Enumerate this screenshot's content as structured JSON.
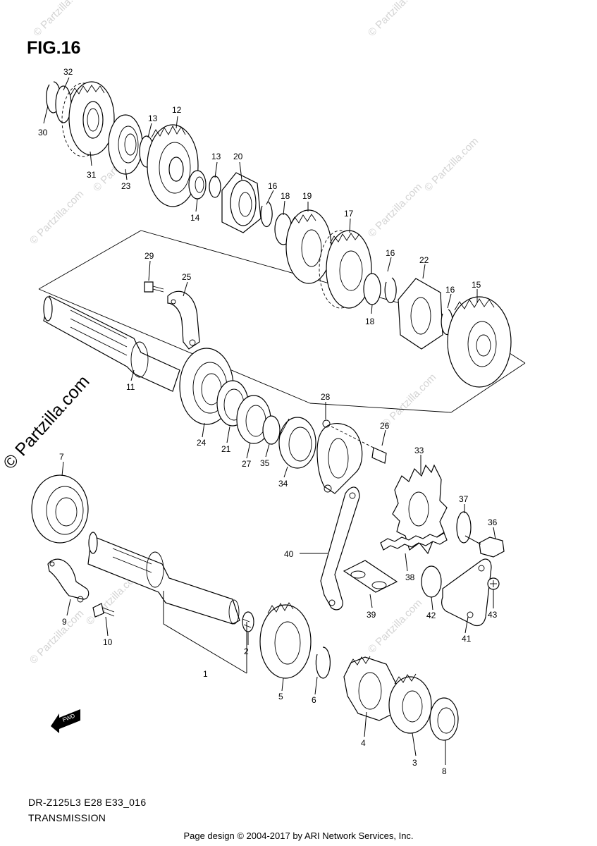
{
  "figure": {
    "title": "FIG.16",
    "model_code": "DR-Z125L3 E28 E33_016",
    "section_name": "TRANSMISSION",
    "footer": "Page design © 2004-2017 by ARI Network Services, Inc.",
    "side_watermark": "© Partzilla.com",
    "watermark_text": "© Partzilla.com",
    "fwd_label": "FWD"
  },
  "callouts": [
    "32",
    "30",
    "31",
    "23",
    "13",
    "12",
    "13",
    "20",
    "14",
    "16",
    "18",
    "19",
    "17",
    "16",
    "22",
    "18",
    "16",
    "15",
    "29",
    "25",
    "11",
    "24",
    "21",
    "27",
    "35",
    "34",
    "28",
    "26",
    "33",
    "7",
    "37",
    "36",
    "40",
    "38",
    "39",
    "42",
    "43",
    "41",
    "9",
    "10",
    "1",
    "2",
    "5",
    "6",
    "4",
    "3",
    "8"
  ]
}
